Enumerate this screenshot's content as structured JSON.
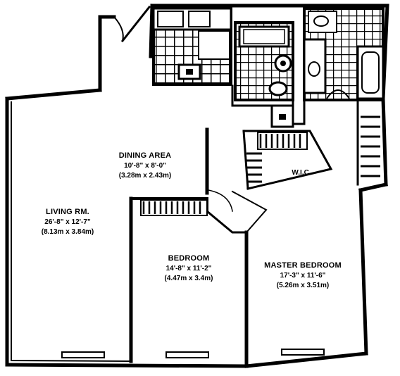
{
  "rooms": {
    "dining": {
      "name": "DINING AREA",
      "imperial": "10'-8\" x 8'-0\"",
      "metric": "(3.28m x 2.43m)"
    },
    "living": {
      "name": "LIVING RM.",
      "imperial": "26'-8\" x 12'-7\"",
      "metric": "(8.13m x 3.84m)"
    },
    "bedroom": {
      "name": "BEDROOM",
      "imperial": "14'-8\" x 11'-2\"",
      "metric": "(4.47m x 3.4m)"
    },
    "master": {
      "name": "MASTER BEDROOM",
      "imperial": "17'-3\" x 11'-6\"",
      "metric": "(5.26m x 3.51m)"
    },
    "wic": {
      "name": "W.I.C."
    }
  },
  "colors": {
    "ink": "#000000",
    "paper": "#ffffff"
  }
}
